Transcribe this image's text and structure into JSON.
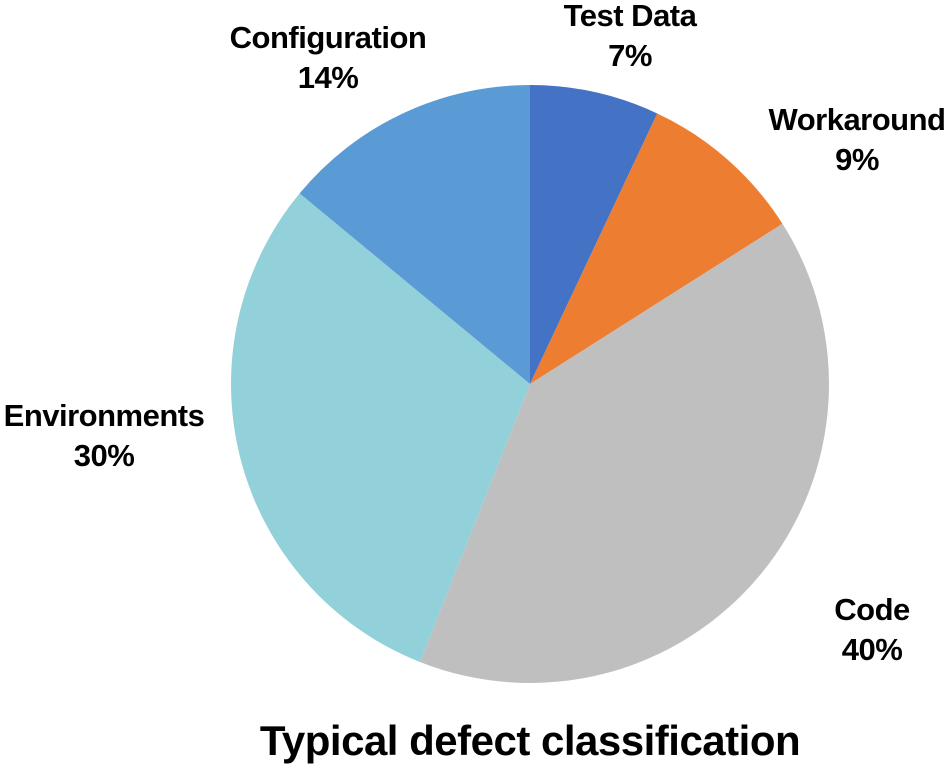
{
  "chart_data": {
    "type": "pie",
    "title": "Typical defect classification",
    "categories": [
      "Test Data",
      "Workaround",
      "Code",
      "Environments",
      "Configuration"
    ],
    "values": [
      7,
      9,
      40,
      30,
      14
    ],
    "unit": "%",
    "percent_labels": [
      "7%",
      "9%",
      "40%",
      "30%",
      "14%"
    ],
    "colors": [
      "#4472C4",
      "#ED7D31",
      "#BFBFBF",
      "#92D0DA",
      "#5B9BD5"
    ],
    "start_angle": "12-oclock",
    "direction": "clockwise",
    "label_position": "outside-end",
    "legend_position": "none",
    "background_color": "#FFFFFF",
    "label_text_color": "#000000"
  }
}
